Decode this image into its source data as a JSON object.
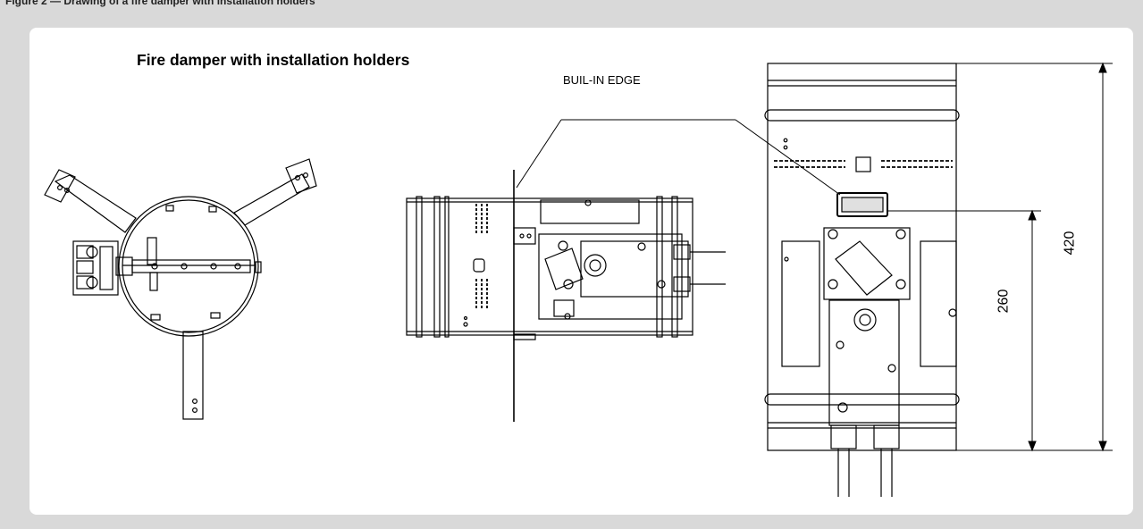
{
  "header": {
    "clipped_caption": "Figure 2 — Drawing of a fire damper with installation holders"
  },
  "figure": {
    "title": "Fire damper with installation holders",
    "callout_label": "BUIL-IN EDGE",
    "dimensions": {
      "overall_height": "420",
      "edge_to_bottom": "260"
    }
  },
  "colors": {
    "background": "#d9d9d9",
    "panel": "#ffffff",
    "line": "#000000"
  }
}
